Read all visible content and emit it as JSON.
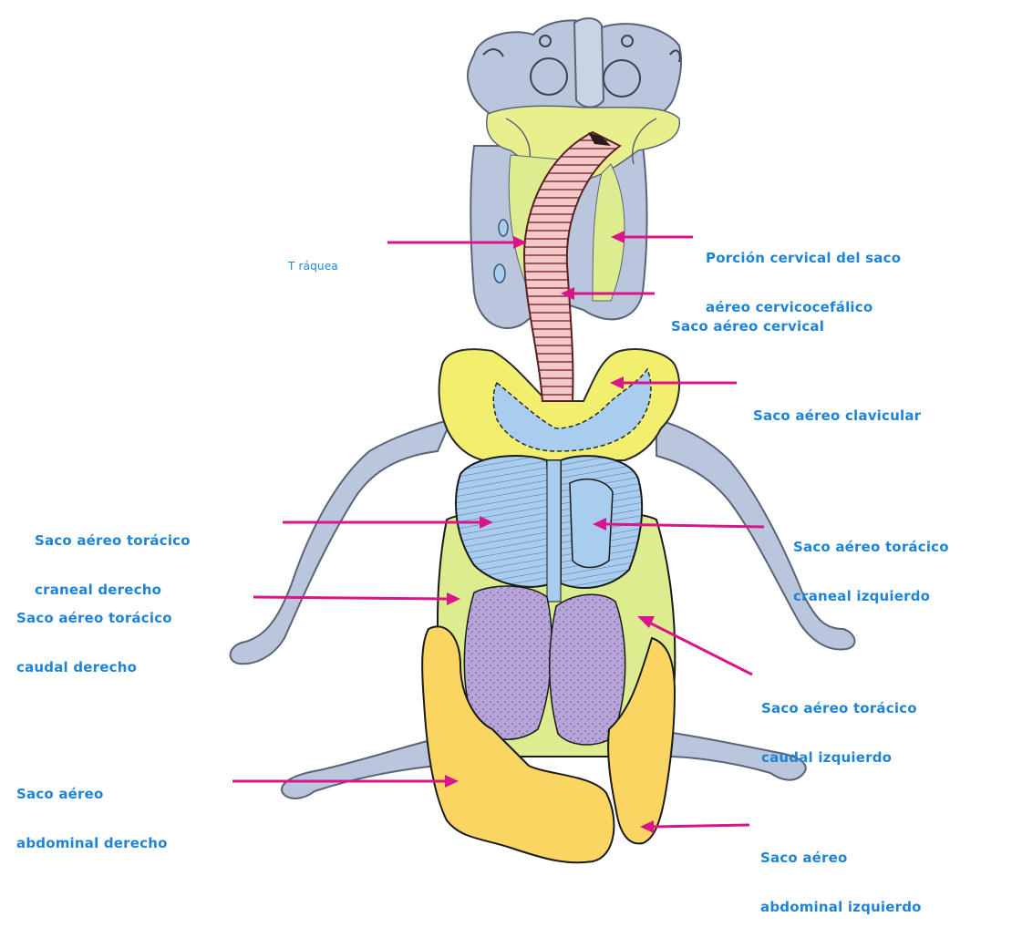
{
  "colors": {
    "label_text": "#1f84d6",
    "arrow": "#d9158c",
    "bone": "#b9c6db",
    "bone_outline": "#5a6478",
    "trachea": "#f5c9c9",
    "sac_yellow": "#f2ef6e",
    "sac_lime": "#dcec8e",
    "sac_blue": "#a9cdee",
    "sac_purple": "#b9a6d8",
    "sac_orange": "#fbd561",
    "outline": "#1a1a1a"
  },
  "labels": {
    "traquea": "T ráquea",
    "porcion_cervical_line1": "Porción cervical del saco",
    "porcion_cervical_line2": "aéreo cervicocefálico",
    "saco_cervical": "Saco aéreo cervical",
    "saco_clavicular": "Saco aéreo clavicular",
    "toracico_craneal_derecho_line1": "Saco aéreo torácico",
    "toracico_craneal_derecho_line2": "craneal derecho",
    "toracico_craneal_izquierdo_line1": "Saco aéreo torácico",
    "toracico_craneal_izquierdo_line2": "craneal izquierdo",
    "toracico_caudal_derecho_line1": "Saco aéreo torácico",
    "toracico_caudal_derecho_line2": "caudal derecho",
    "toracico_caudal_izquierdo_line1": "Saco aéreo torácico",
    "toracico_caudal_izquierdo_line2": "caudal izquierdo",
    "abdominal_derecho_line1": "Saco aéreo",
    "abdominal_derecho_line2": "abdominal derecho",
    "abdominal_izquierdo_line1": "Saco aéreo",
    "abdominal_izquierdo_line2": "abdominal izquierdo"
  }
}
